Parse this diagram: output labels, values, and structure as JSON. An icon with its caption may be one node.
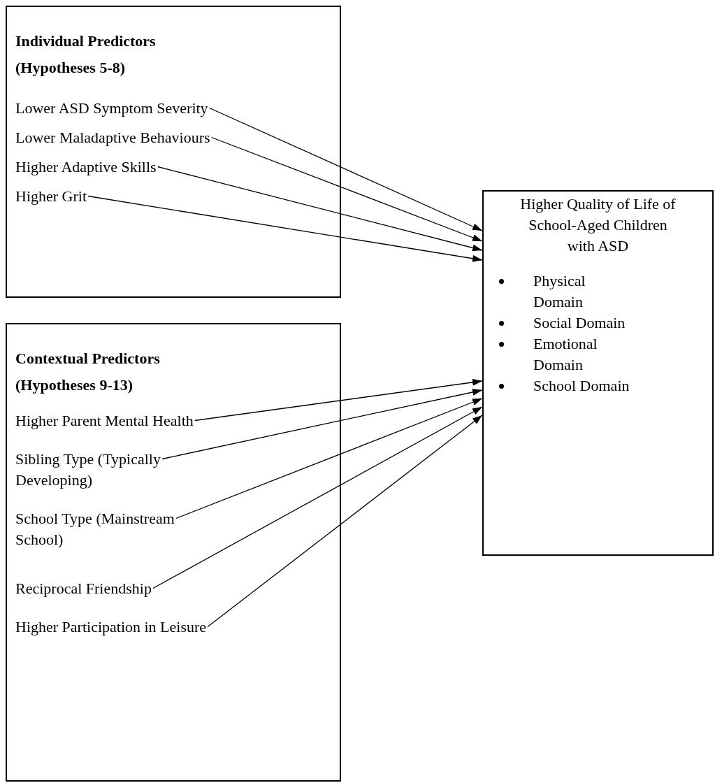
{
  "diagram": {
    "nodes": [
      {
        "text": [
          "Individual Predictors (Hypotheses 5-8)"
        ]
      },
      {
        "text": [
          "Lower ASD Symptom Severity"
        ],
        "in": 0
      },
      {
        "text": [
          "Lower Maladaptive Behaviours"
        ],
        "in": 0
      },
      {
        "text": [
          "Higher Adaptive Skills"
        ],
        "in": 0
      },
      {
        "text": [
          "Higher Grit"
        ],
        "in": 0
      },
      {
        "text": [
          "Contextual Predictors (Hypotheses 9-13)"
        ]
      },
      {
        "text": [
          "Higher Parent Mental Health"
        ],
        "in": 5
      },
      {
        "text": [
          "Sibling Type (Typically Developing)"
        ],
        "in": 5
      },
      {
        "text": [
          "School Type (Mainstream School)"
        ],
        "in": 5
      },
      {
        "text": [
          "Reciprocal Friendship"
        ],
        "in": 5
      },
      {
        "text": [
          "Higher Participation in Leisure"
        ],
        "in": 5
      },
      {
        "text": [
          "Higher Quality of Life of School-Aged Children with ASD",
          "Physical Domain",
          "Social Domain",
          "Emotional Domain",
          "School Domain"
        ]
      }
    ],
    "edges": [
      {
        "from": 1,
        "to": 11,
        "arrow": "to"
      },
      {
        "from": 2,
        "to": 11,
        "arrow": "to"
      },
      {
        "from": 3,
        "to": 11,
        "arrow": "to"
      },
      {
        "from": 4,
        "to": 11,
        "arrow": "to"
      },
      {
        "from": 6,
        "to": 11,
        "arrow": "to"
      },
      {
        "from": 7,
        "to": 11,
        "arrow": "to"
      },
      {
        "from": 8,
        "to": 11,
        "arrow": "to"
      },
      {
        "from": 9,
        "to": 11,
        "arrow": "to"
      },
      {
        "from": 10,
        "to": 11,
        "arrow": "to"
      }
    ]
  }
}
